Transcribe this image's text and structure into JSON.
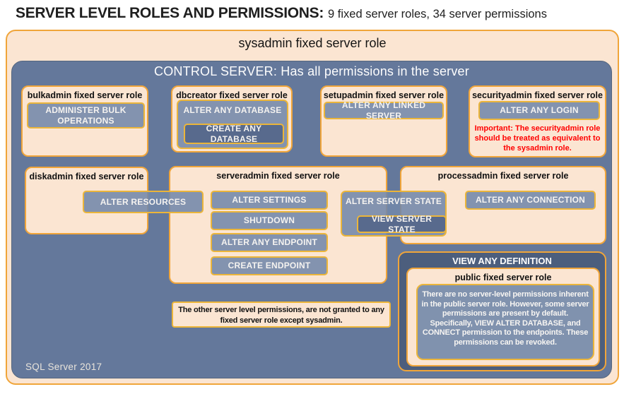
{
  "header": {
    "title": "SERVER LEVEL ROLES AND PERMISSIONS:",
    "subtitle": "9 fixed server roles, 34 server permissions"
  },
  "sysadmin": {
    "title": "sysadmin fixed server role"
  },
  "control_server": {
    "title": "CONTROL SERVER: Has all permissions in the server"
  },
  "roles": {
    "bulkadmin": {
      "title": "bulkadmin fixed server role",
      "permission": "ADMINISTER BULK OPERATIONS"
    },
    "dbcreator": {
      "title": "dbcreator fixed server role",
      "permission_outer": "ALTER ANY DATABASE",
      "permission_inner": "CREATE ANY DATABASE"
    },
    "setupadmin": {
      "title": "setupadmin fixed server role",
      "permission": "ALTER ANY LINKED SERVER"
    },
    "securityadmin": {
      "title": "securityadmin fixed server role",
      "permission": "ALTER ANY LOGIN",
      "warning": "Important: The securityadmin role should be treated as equivalent to the sysadmin role."
    },
    "diskadmin": {
      "title": "diskadmin fixed server role",
      "permission": "ALTER RESOURCES"
    },
    "serveradmin": {
      "title": "serveradmin fixed server role",
      "permissions": [
        "ALTER SETTINGS",
        "SHUTDOWN",
        "ALTER ANY ENDPOINT",
        "CREATE ENDPOINT"
      ],
      "permission_outer": "ALTER SERVER STATE",
      "permission_inner": "VIEW SERVER STATE"
    },
    "processadmin": {
      "title": "processadmin fixed server role",
      "permission": "ALTER ANY CONNECTION"
    },
    "public": {
      "container_permission": "VIEW ANY DEFINITION",
      "title": "public fixed server role",
      "description": "There are no server-level permissions inherent in the public server role. However, some server permissions are present by default. Specifically, VIEW ALTER DATABASE, and CONNECT permission to the endpoints. These permissions can be revoked."
    }
  },
  "notes": {
    "other_permissions": "The other server level permissions, are not granted to any fixed server role except sysadmin.",
    "footer": "SQL Server 2017"
  },
  "colors": {
    "peach": "#FBE5D2",
    "orange_border": "#F0A53A",
    "yellow_border": "#EBB53A",
    "blue": "#64789B",
    "dark_blue": "#4C5E7D",
    "button_blue": "#8293AF",
    "button_dark_blue": "#586A8D",
    "warning_red": "#FF0000"
  }
}
